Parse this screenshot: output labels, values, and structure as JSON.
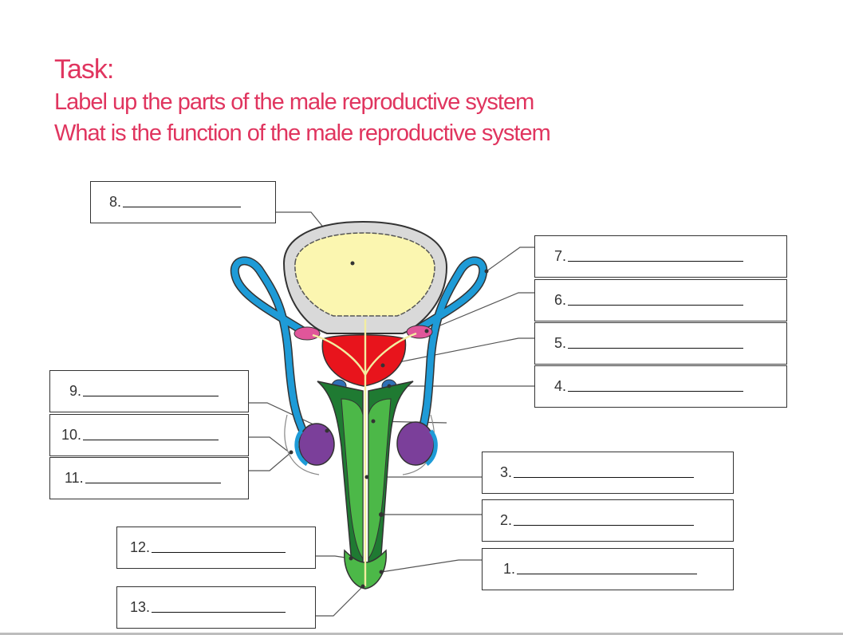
{
  "task": {
    "title": "Task:",
    "line1": "Label up the parts of the male reproductive system",
    "line2": "What is the function of the male reproductive system"
  },
  "labels": [
    {
      "num": "1."
    },
    {
      "num": "2."
    },
    {
      "num": "3."
    },
    {
      "num": "4."
    },
    {
      "num": "5."
    },
    {
      "num": "6."
    },
    {
      "num": "7."
    },
    {
      "num": "8."
    },
    {
      "num": "9."
    },
    {
      "num": "10."
    },
    {
      "num": "11."
    },
    {
      "num": "12."
    },
    {
      "num": "13."
    }
  ],
  "colors": {
    "heading": "#e0355f",
    "bladder_wall": "#d9d9d9",
    "bladder_inner": "#fbf6b0",
    "prostate": "#e8141c",
    "vas_deferens": "#1e9bd7",
    "testis": "#7b3f9a",
    "penis_dark": "#1f7a32",
    "penis_light": "#4cb848",
    "urethra": "#f3eda0",
    "seminal_vesicle": "#e0569a",
    "cowper_gland": "#2f6fb5"
  }
}
